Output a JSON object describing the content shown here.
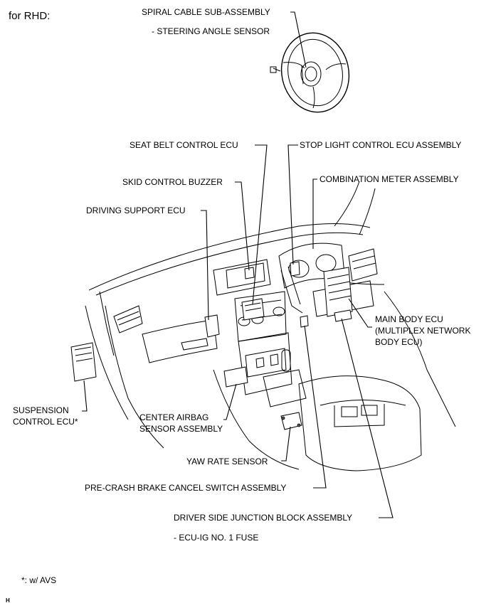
{
  "header": "for RHD:",
  "labels": {
    "spiral_cable": "SPIRAL CABLE SUB-ASSEMBLY",
    "steering_angle": "- STEERING ANGLE SENSOR",
    "seat_belt": "SEAT BELT CONTROL ECU",
    "stop_light": "STOP LIGHT CONTROL ECU ASSEMBLY",
    "combination_meter": "COMBINATION METER ASSEMBLY",
    "skid_buzzer": "SKID CONTROL BUZZER",
    "driving_support": "DRIVING SUPPORT ECU",
    "main_body_1": "MAIN BODY ECU",
    "main_body_2": "(MULTIPLEX NETWORK",
    "main_body_3": "BODY ECU)",
    "suspension_1": "SUSPENSION",
    "suspension_2": "CONTROL ECU*",
    "center_airbag_1": "CENTER AIRBAG",
    "center_airbag_2": "SENSOR ASSEMBLY",
    "yaw_rate": "YAW RATE SENSOR",
    "pre_crash": "PRE-CRASH BRAKE CANCEL SWITCH ASSEMBLY",
    "junction_block": "DRIVER SIDE JUNCTION BLOCK ASSEMBLY",
    "ecu_ig_fuse": "- ECU-IG NO. 1 FUSE"
  },
  "footnote": "*: w/ AVS",
  "corner_mark": "H"
}
